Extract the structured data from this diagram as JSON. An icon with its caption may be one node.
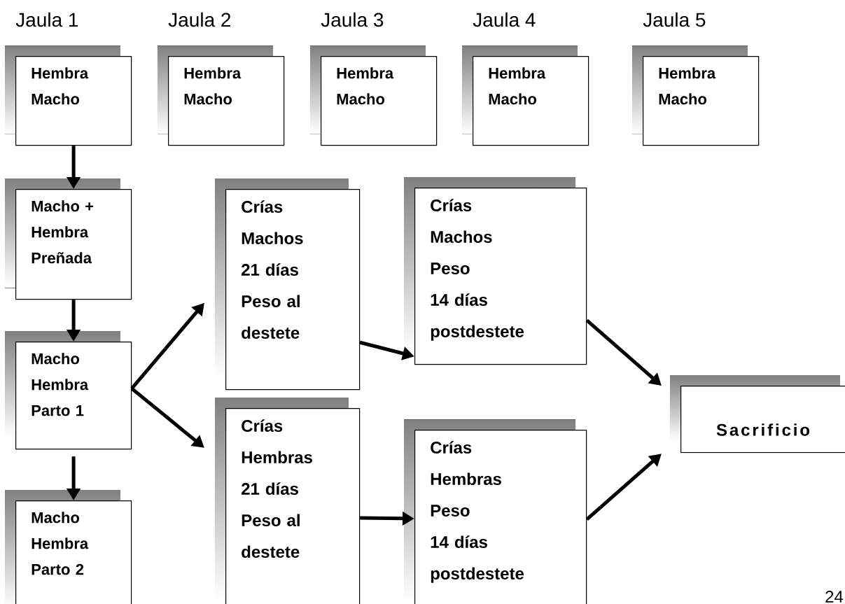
{
  "diagram": {
    "nodes": [
      {
        "text": [
          "Jaula 1",
          "Hembra Macho"
        ]
      },
      {
        "text": [
          "Jaula 2",
          "Hembra Macho"
        ]
      },
      {
        "text": [
          "Jaula 3",
          "Hembra Macho"
        ]
      },
      {
        "text": [
          "Jaula 4",
          "Hembra Macho"
        ]
      },
      {
        "text": [
          "Jaula 5",
          "Hembra Macho"
        ]
      },
      {
        "text": [
          "Macho + Hembra Preñada"
        ]
      },
      {
        "text": [
          "Crías Machos 21 días Peso al destete"
        ]
      },
      {
        "text": [
          "Crías Machos Peso 14 días postdestete"
        ]
      },
      {
        "text": [
          "Macho Hembra Parto 1"
        ]
      },
      {
        "text": [
          "Sacrificio"
        ]
      },
      {
        "text": [
          "Crías Hembras 21 días Peso al destete"
        ]
      },
      {
        "text": [
          "Crías Hembras Peso 14 días postdestete"
        ]
      },
      {
        "text": [
          "Macho Hembra Parto 2"
        ]
      }
    ],
    "edges": [
      {
        "from": 0,
        "to": 5,
        "arrow": "to"
      },
      {
        "from": 5,
        "to": 8,
        "arrow": "to"
      },
      {
        "from": 8,
        "to": 12,
        "arrow": "to"
      },
      {
        "from": 8,
        "to": 6,
        "arrow": "to"
      },
      {
        "from": 8,
        "to": 10,
        "arrow": "to"
      },
      {
        "from": 6,
        "to": 7,
        "arrow": "to"
      },
      {
        "from": 10,
        "to": 11,
        "arrow": "to"
      },
      {
        "from": 7,
        "to": 9,
        "arrow": "to"
      },
      {
        "from": 11,
        "to": 9,
        "arrow": "to"
      }
    ],
    "labels": [
      "24"
    ]
  }
}
